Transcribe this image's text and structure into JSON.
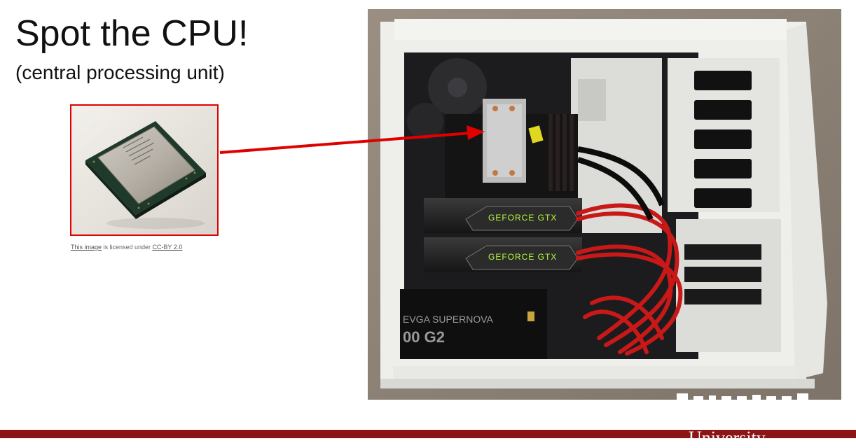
{
  "slide": {
    "title": "Spot the CPU!",
    "subtitle": "(central processing unit)",
    "credit": {
      "link1": "This image",
      "middle": " is licensed under ",
      "link2": "CC-BY 2.0"
    },
    "gpu_labels": [
      "GEFORCE GTX",
      "GEFORCE GTX"
    ],
    "psu_label": "EVGA SUPERNOVA",
    "psu_model": "00 G2",
    "footer_text": "University"
  },
  "colors": {
    "arrow": "#e00000",
    "footer": "#8c1515"
  }
}
